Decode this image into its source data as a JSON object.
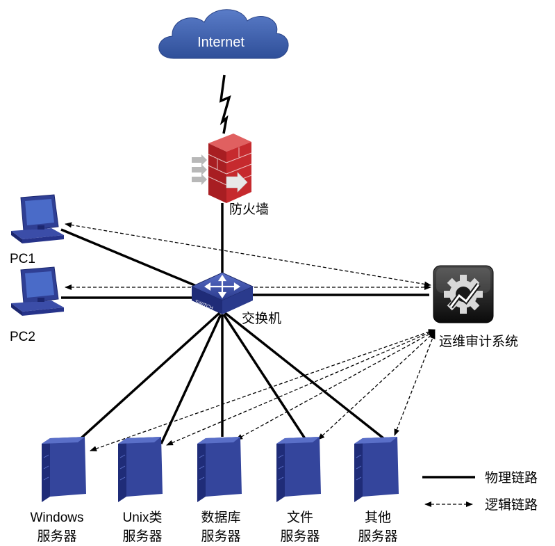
{
  "cloud": {
    "label": "Internet"
  },
  "firewall": {
    "label": "防火墙"
  },
  "switch": {
    "label": "交换机",
    "badge": "SWITCH"
  },
  "audit": {
    "label": "运维审计系统"
  },
  "pcs": [
    {
      "label": "PC1"
    },
    {
      "label": "PC2"
    }
  ],
  "servers": [
    {
      "line1": "Windows",
      "line2": "服务器"
    },
    {
      "line1": "Unix类",
      "line2": "服务器"
    },
    {
      "line1": "数据库",
      "line2": "服务器"
    },
    {
      "line1": "文件",
      "line2": "服务器"
    },
    {
      "line1": "其他",
      "line2": "服务器"
    }
  ],
  "legend": {
    "physical": "物理链路",
    "logical": "逻辑链路"
  },
  "colors": {
    "cloud": "#3b5ea8",
    "firewall": "#c0282c",
    "device": "#2f3f94",
    "audit": "#111111"
  }
}
